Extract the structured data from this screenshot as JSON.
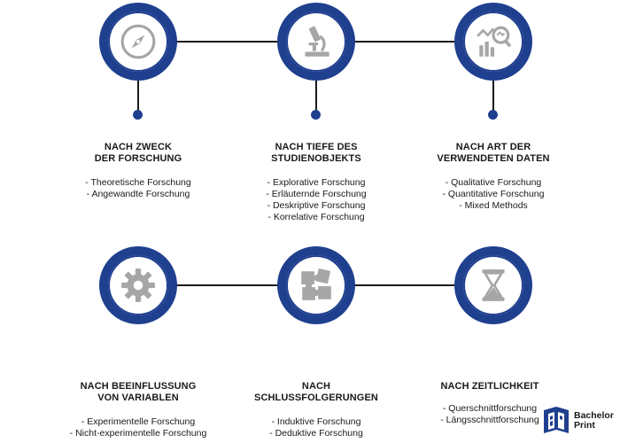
{
  "categories": [
    {
      "heading": [
        "NACH ZWECK",
        "DER FORSCHUNG"
      ],
      "icon": "compass-icon",
      "items": [
        "- Theoretische Forschung",
        "- Angewandte Forschung"
      ]
    },
    {
      "heading": [
        "NACH TIEFE DES",
        "STUDIENOBJEKTS"
      ],
      "icon": "microscope-icon",
      "items": [
        "- Explorative Forschung",
        "- Erläuternde Forschung",
        "- Deskriptive Forschung",
        "- Korrelative Forschung"
      ]
    },
    {
      "heading": [
        "NACH ART DER",
        "VERWENDETEN DATEN"
      ],
      "icon": "data-analysis-icon",
      "items": [
        "- Qualitative Forschung",
        "- Quantitative Forschung",
        "- Mixed Methods"
      ]
    },
    {
      "heading": [
        "NACH BEEINFLUSSUNG",
        "VON VARIABLEN"
      ],
      "icon": "gear-icon",
      "items": [
        "- Experimentelle Forschung",
        "- Nicht-experimentelle Forschung"
      ]
    },
    {
      "heading": [
        "NACH",
        "SCHLUSSFOLGERUNGEN"
      ],
      "icon": "puzzle-icon",
      "items": [
        "- Induktive Forschung",
        "- Deduktive Forschung"
      ]
    },
    {
      "heading": [
        "NACH ZEITLICHKEIT",
        ""
      ],
      "icon": "hourglass-icon",
      "items": [
        "- Querschnittforschung",
        "- Längsschnittforschung"
      ]
    }
  ],
  "logo": {
    "line1": "Bachelor",
    "line2": "Print",
    "icon": "bachelor-print-logo-icon"
  },
  "colors": {
    "accent": "#1f3f8f",
    "icon_gray": "#a6a6a6",
    "line": "#1a1a1a"
  }
}
